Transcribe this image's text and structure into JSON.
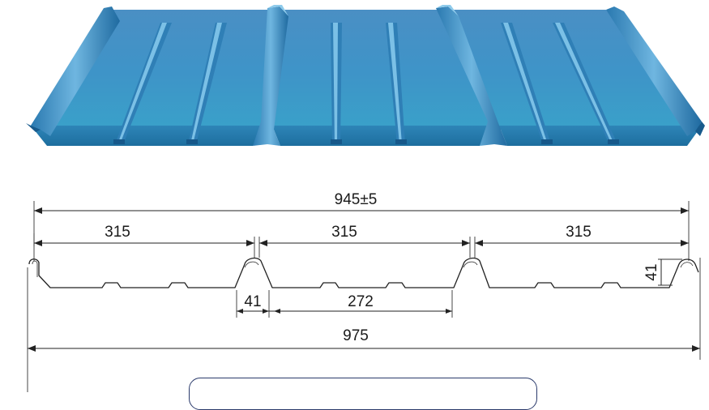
{
  "product": {
    "panel_colors": {
      "light": "#5aa6d6",
      "mid": "#3d8fc6",
      "dark": "#1f6fa8",
      "deep": "#175a8c",
      "edge": "#0f4d7a"
    }
  },
  "dimensions": {
    "overall_cover_width": "945±5",
    "rib_pitch_1": "315",
    "rib_pitch_2": "315",
    "rib_pitch_3": "315",
    "rib_base_width": "41",
    "pan_width": "272",
    "total_width": "975",
    "rib_height": "41"
  }
}
